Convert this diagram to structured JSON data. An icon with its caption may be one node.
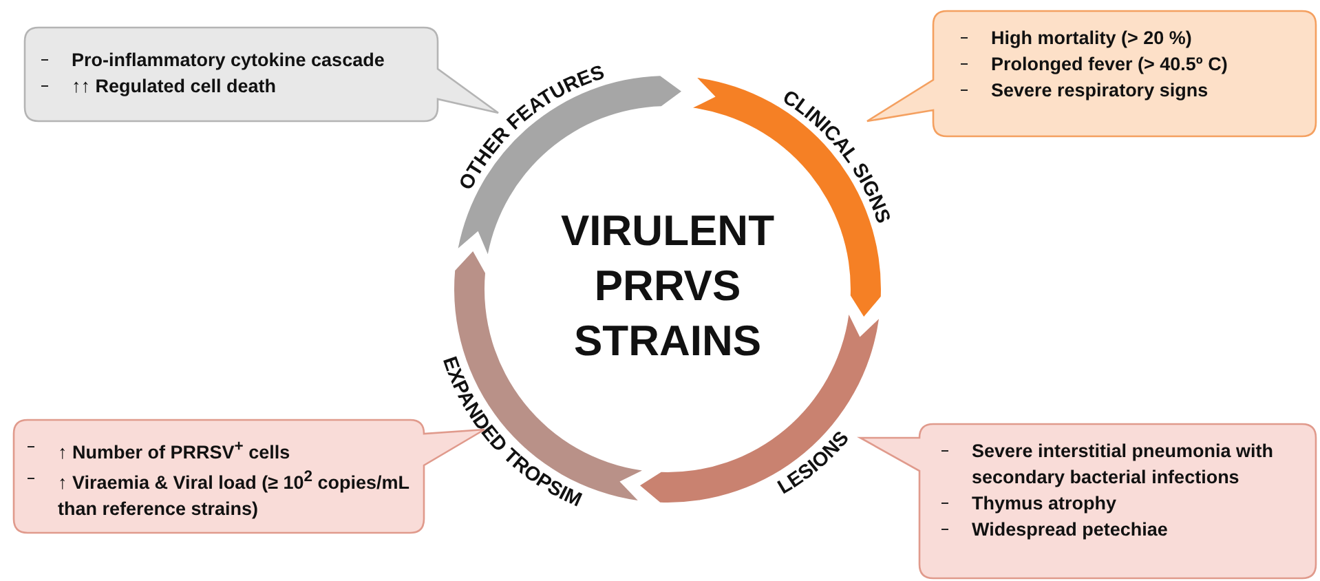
{
  "diagram": {
    "title": "VIRULENT PRRVS STRAINS",
    "nodes": [
      {
        "text": [
          "CLINICAL SIGNS"
        ]
      },
      {
        "text": [
          "LESIONS"
        ]
      },
      {
        "text": [
          "EXPANDED TROPSIM"
        ]
      },
      {
        "text": [
          "OTHER FEATURES"
        ]
      },
      {
        "text": [
          "High mortality (> 20 %)",
          "Prolonged fever (> 40.5º C)",
          "Severe respiratory signs"
        ]
      },
      {
        "text": [
          "Severe interstitial pneumonia with secondary bacterial infections",
          "Thymus atrophy",
          "Widespread petechiae"
        ]
      },
      {
        "text": [
          "↑ Number of PRRSV$^{+}$ cells",
          "↑ Viraemia & Viral load (≥ 10$^{2}$ copies/mL than reference strains)"
        ]
      },
      {
        "text": [
          "Pro-inflammatory cytokine cascade",
          "↑↑ Regulated cell death"
        ]
      }
    ]
  }
}
